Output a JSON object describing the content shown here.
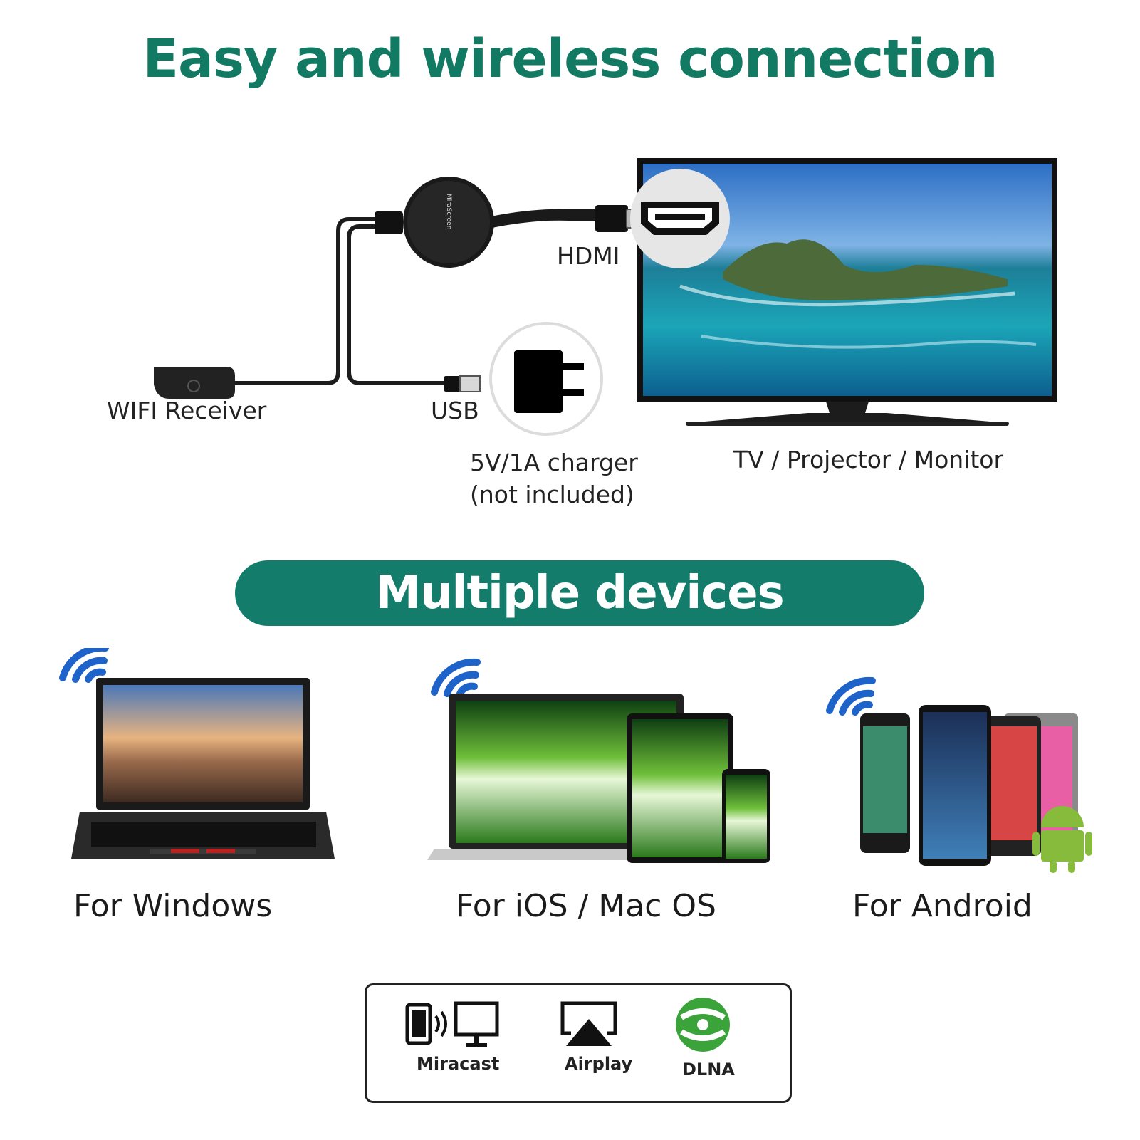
{
  "header": {
    "title": "Easy and wireless connection"
  },
  "connection": {
    "hdmi_label": "HDMI",
    "wifi_receiver_label": "WIFI Receiver",
    "usb_label": "USB",
    "charger_line1": "5V/1A charger",
    "charger_line2": "(not included)",
    "display_label": "TV / Projector / Monitor",
    "dongle_brand": "MiraScreen"
  },
  "compat": {
    "title": "Multiple devices compatibility",
    "devices": [
      {
        "label": "For Windows"
      },
      {
        "label": "For iOS / Mac OS"
      },
      {
        "label": "For Android"
      }
    ]
  },
  "protocols": [
    {
      "label": "Miracast"
    },
    {
      "label": "Airplay"
    },
    {
      "label": "DLNA"
    }
  ],
  "colors": {
    "brand_green": "#137c6b",
    "wifi_blue": "#1e63c9",
    "dlna_green": "#3aa43a"
  }
}
